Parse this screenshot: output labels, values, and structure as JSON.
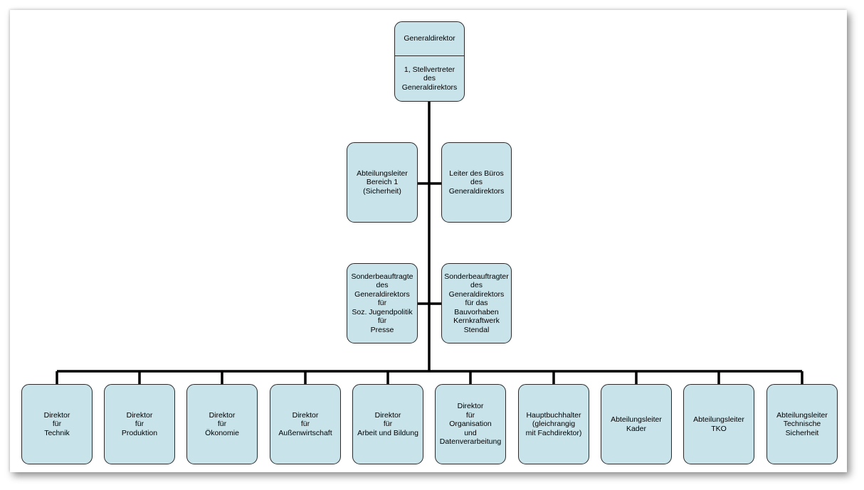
{
  "chart": {
    "top": {
      "title": "Generaldirektor",
      "deputy": "1, Stellvertreter\ndes\nGeneraldirektors"
    },
    "staff_row1": [
      {
        "label": "Abteilungsleiter\nBereich 1\n(Sicherheit)"
      },
      {
        "label": "Leiter des Büros\ndes\nGeneraldirektors"
      }
    ],
    "staff_row2": [
      {
        "label": "Sonderbeauftragte\ndes\nGeneraldirektors\nfür\nSoz. Jugendpolitik\nfür\nPresse"
      },
      {
        "label": "Sonderbeauftragter\ndes\nGeneraldirektors\nfür das\nBauvorhaben\nKernkraftwerk\nStendal"
      }
    ],
    "directors": [
      {
        "label": "Direktor\nfür\nTechnik"
      },
      {
        "label": "Direktor\nfür\nProduktion"
      },
      {
        "label": "Direktor\nfür\nÖkonomie"
      },
      {
        "label": "Direktor\nfür\nAußenwirtschaft"
      },
      {
        "label": "Direktor\nfür\nArbeit und Bildung"
      },
      {
        "label": "Direktor\nfür\nOrganisation\nund\nDatenverarbeitung"
      },
      {
        "label": "Hauptbuchhalter\n(gleichrangig\nmit Fachdirektor)"
      },
      {
        "label": "Abteilungsleiter\nKader"
      },
      {
        "label": "Abteilungsleiter\nTKO"
      },
      {
        "label": "Abteilungsleiter\nTechnische\nSicherheit"
      }
    ]
  },
  "colors": {
    "box_fill": "#c8e3ea",
    "line": "#000000"
  }
}
